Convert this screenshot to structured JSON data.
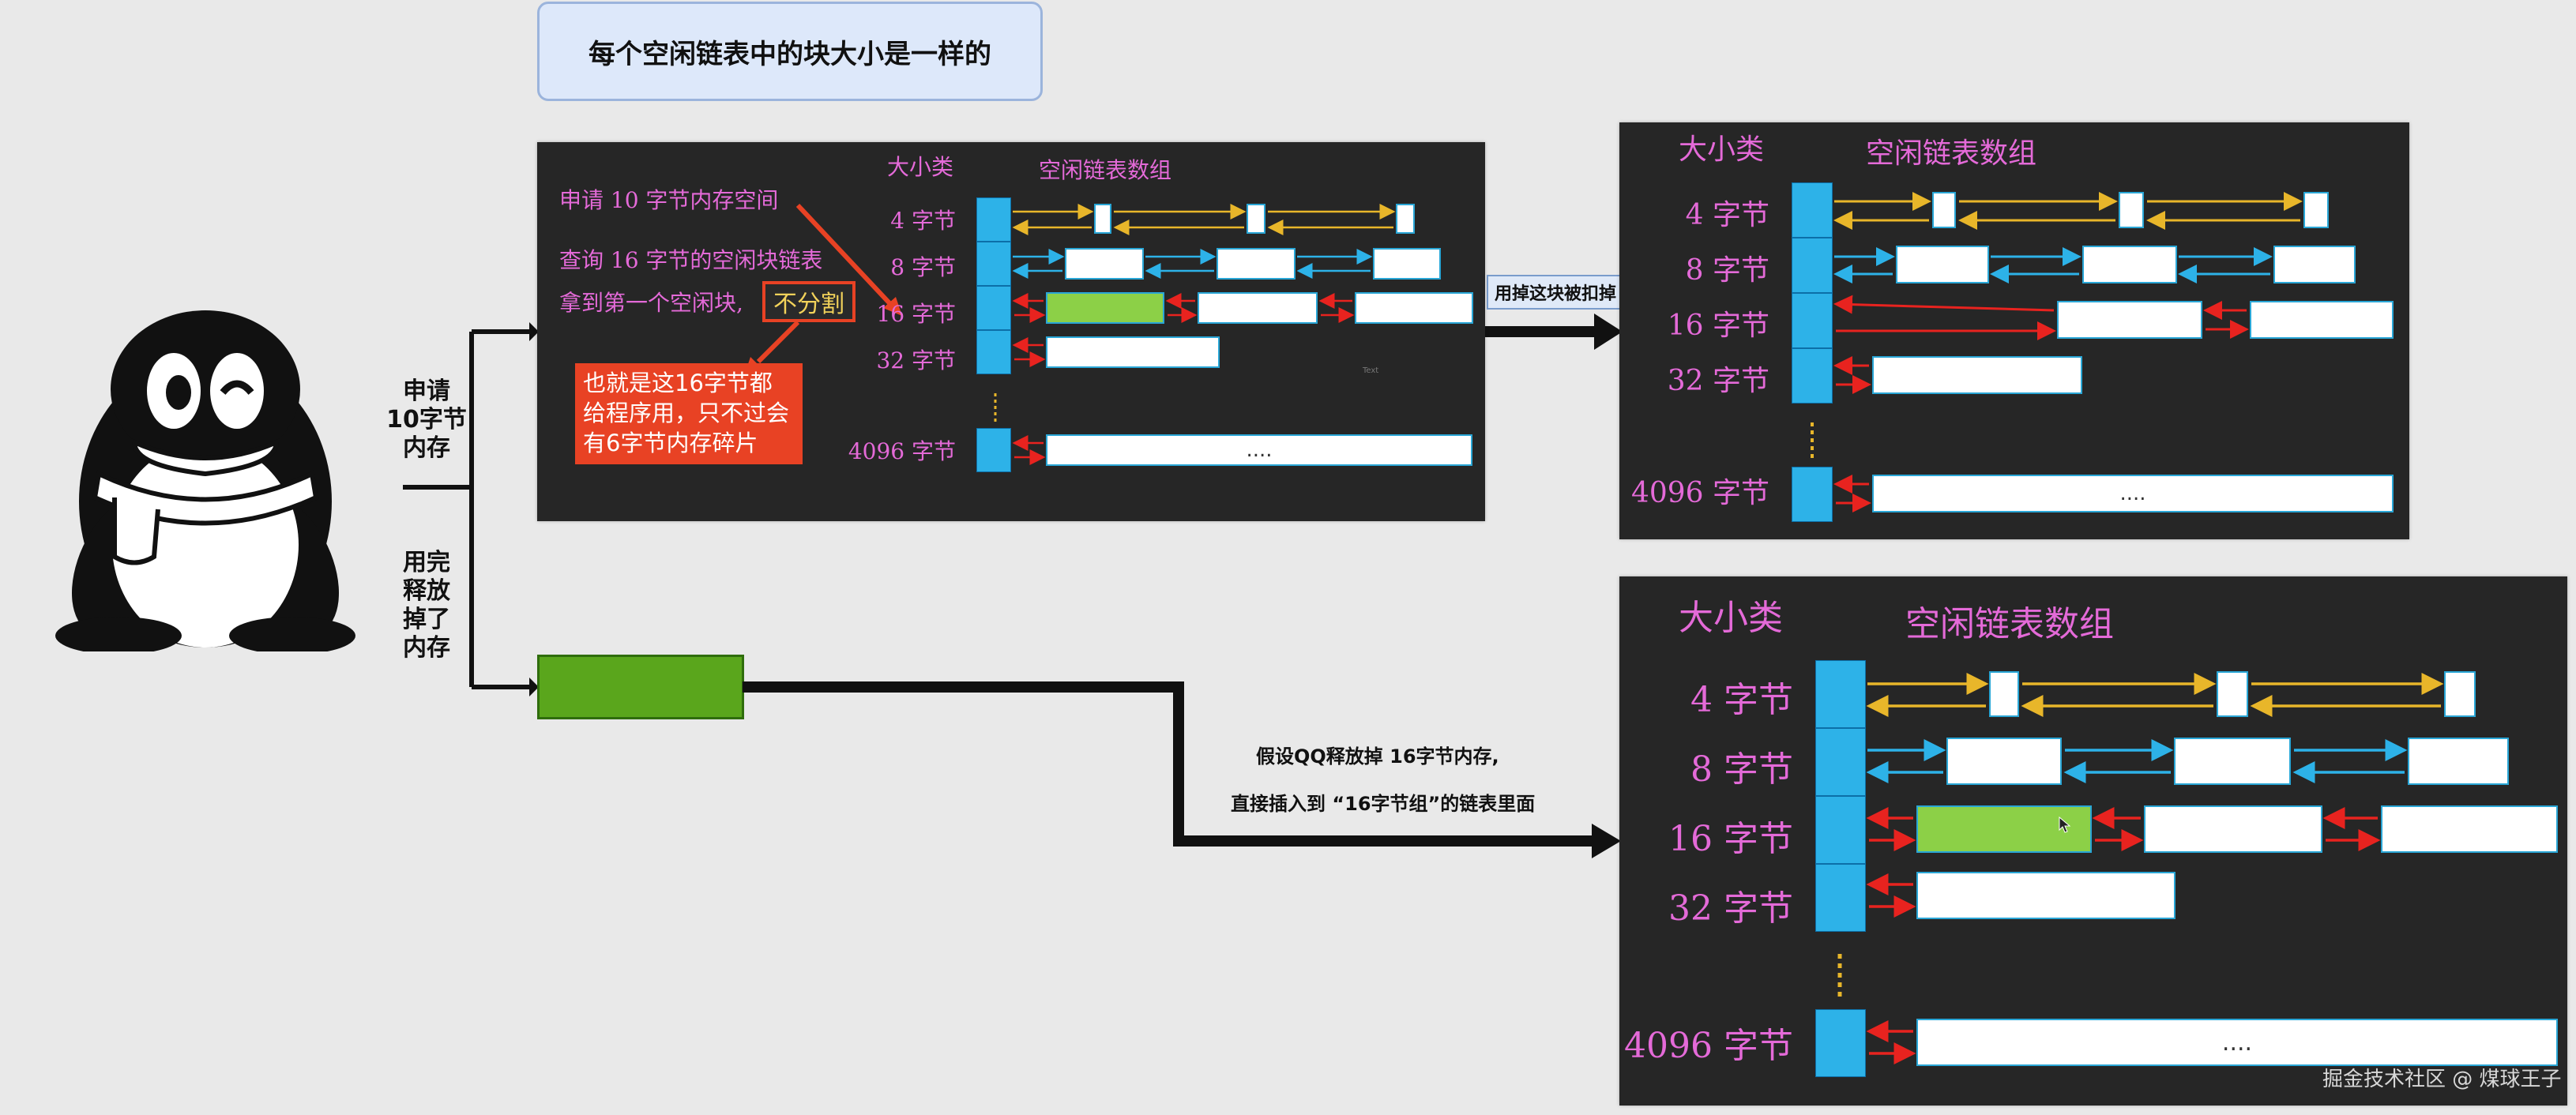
{
  "title": "每个空闲链表中的块大小是一样的",
  "left_labels": {
    "request": "申请\n10字节\n内存",
    "release": "用完\n释放\n掉了\n内存"
  },
  "panel1": {
    "col_size": "大小类",
    "col_list": "空闲链表数组",
    "rows": [
      "4 字节",
      "8 字节",
      "16 字节",
      "32 字节",
      "4096 字节"
    ],
    "steps": [
      "申请 10 字节内存空间",
      "查询 16 字节的空闲块链表",
      "拿到第一个空闲块,"
    ],
    "no_split": "不分割",
    "note": "也就是这16字节都给程序用，只不过会有6字节内存碎片",
    "ellipsis": "....",
    "tiny": "Text"
  },
  "callout": "用掉这块被扣掉",
  "panel2": {
    "col_size": "大小类",
    "col_list": "空闲链表数组",
    "rows": [
      "4 字节",
      "8 字节",
      "16 字节",
      "32 字节",
      "4096 字节"
    ],
    "ellipsis": "...."
  },
  "panel3": {
    "col_size": "大小类",
    "col_list": "空闲链表数组",
    "rows": [
      "4 字节",
      "8 字节",
      "16 字节",
      "32 字节",
      "4096 字节"
    ],
    "ellipsis": "...."
  },
  "assume_line1": "假设QQ释放掉 16字节内存,",
  "assume_line2": "直接插入到 “16字节组”的链表里面",
  "watermark": "掘金技术社区 @ 煤球王子",
  "colors": {
    "panel_bg": "#262626",
    "cell_blue": "#2db2e8",
    "label_pink": "#e46ad8",
    "arrow_yellow": "#e8b62a",
    "arrow_blue": "#2db2e8",
    "arrow_red": "#e8231f",
    "green_block": "#8cd047",
    "note_red": "#e84224"
  }
}
